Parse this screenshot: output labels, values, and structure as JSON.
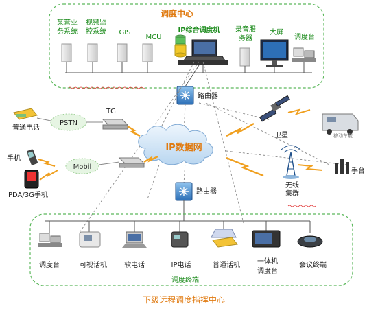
{
  "center": {
    "title": "调度中心",
    "servers": [
      {
        "line1": "某营业",
        "line2": "务系统"
      },
      {
        "line1": "视频监",
        "line2": "控系统"
      },
      {
        "line1": "GIS",
        "line2": ""
      },
      {
        "line1": "MCU",
        "line2": ""
      }
    ],
    "ip_console": "IP综合调度机",
    "recorder": {
      "line1": "录音服",
      "line2": "务器"
    },
    "big_screen": "大屏",
    "console": "调度台",
    "router": "路由器"
  },
  "middle": {
    "pstn": "PSTN",
    "tg_top": "TG",
    "ordinary_phone": "普通电话",
    "mobil": "Mobil",
    "mobile_phone": "手机",
    "pda": "PDA/3G手机",
    "ip_network": "IP数据网",
    "satellite": "卫星",
    "vehicle": "移动车载",
    "trunking": {
      "line1": "无线",
      "line2": "集群"
    },
    "handset": "手台",
    "router": "路由器"
  },
  "terminals": {
    "items": [
      {
        "line1": "调度台",
        "line2": ""
      },
      {
        "line1": "可视话机",
        "line2": ""
      },
      {
        "line1": "软电话",
        "line2": ""
      },
      {
        "line1": "IP电话",
        "line2": ""
      },
      {
        "line1": "普通话机",
        "line2": ""
      },
      {
        "line1": "一体机",
        "line2": "调度台"
      },
      {
        "line1": "会议终端",
        "line2": ""
      }
    ],
    "group_label": "调度终端",
    "footer": "下级远程调度指挥中心"
  },
  "colors": {
    "frame": "#5cb85c",
    "accent": "#e07a10",
    "green_text": "#1a8a1a",
    "lightning": "#f0a020",
    "cloud": "#cfe3f5"
  }
}
